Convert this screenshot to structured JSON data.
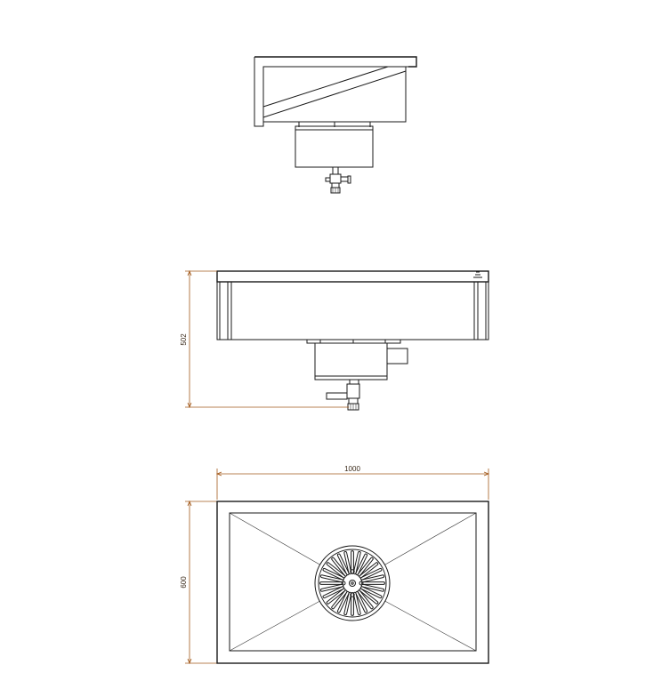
{
  "dimensions": {
    "height_label": "502",
    "width_label": "1000",
    "depth_label": "600"
  },
  "colors": {
    "line": "#1a1a1a",
    "dimension": "#a35a1c",
    "background": "#ffffff"
  }
}
